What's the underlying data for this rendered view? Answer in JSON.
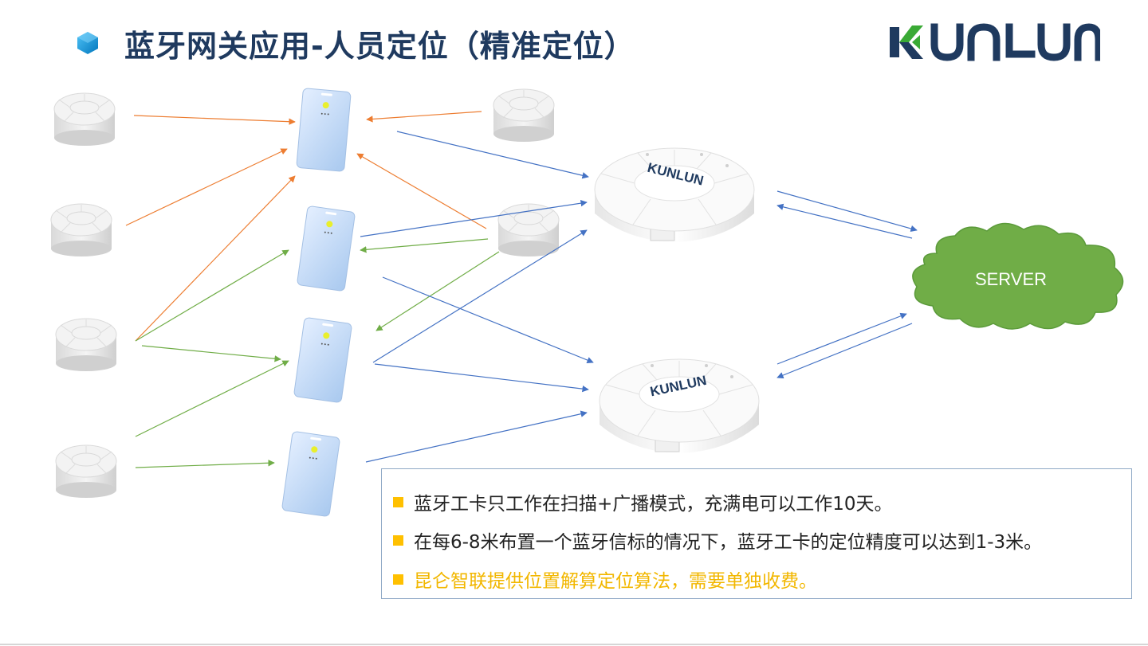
{
  "title": "蓝牙网关应用-人员定位（精准定位）",
  "brand_logo": "KUNLUN",
  "gateway_brand": "KUNLUN",
  "server_label": "SERVER",
  "colors": {
    "title": "#1f3a5f",
    "bullet": "#ffc000",
    "orange_arrow": "#ed7d31",
    "blue_arrow": "#4472c4",
    "green_arrow": "#70ad47",
    "server_cloud": "#70ad47"
  },
  "icons": [
    "hexagon-bullet-icon",
    "beacon-icon",
    "badge-card-icon",
    "gateway-icon",
    "cloud-icon"
  ],
  "notes": [
    {
      "text": "蓝牙工卡只工作在扫描+广播模式，充满电可以工作10天。",
      "highlight": false
    },
    {
      "text": "在每6-8米布置一个蓝牙信标的情况下，蓝牙工卡的定位精度可以达到1-3米。",
      "highlight": false
    },
    {
      "text": "昆仑智联提供位置解算定位算法，需要单独收费。",
      "highlight": true
    }
  ]
}
